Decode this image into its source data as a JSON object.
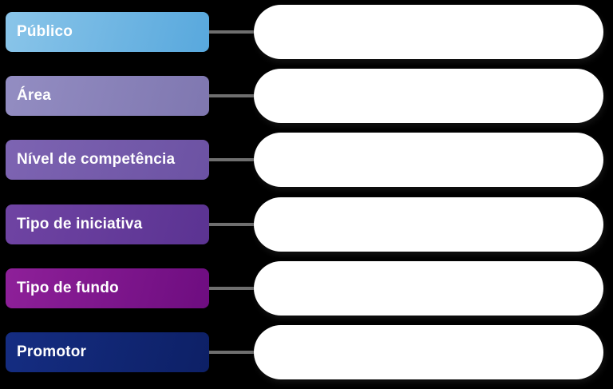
{
  "colors": {
    "background": "#000000",
    "connector": "#6F6F6F",
    "pill": "#FFFFFF",
    "label_text": "#FFFFFF"
  },
  "rows": [
    {
      "label": "Público",
      "gradient_start": "#8AC5E9",
      "gradient_end": "#58A8DD"
    },
    {
      "label": "Área",
      "gradient_start": "#938DC2",
      "gradient_end": "#7F77B0"
    },
    {
      "label": "Nível de competência",
      "gradient_start": "#7D64B2",
      "gradient_end": "#6C52A3"
    },
    {
      "label": "Tipo de iniciativa",
      "gradient_start": "#6F44A3",
      "gradient_end": "#5B3392"
    },
    {
      "label": "Tipo de fundo",
      "gradient_start": "#8E2099",
      "gradient_end": "#6E0D80"
    },
    {
      "label": "Promotor",
      "gradient_start": "#152D82",
      "gradient_end": "#0D2066"
    }
  ]
}
